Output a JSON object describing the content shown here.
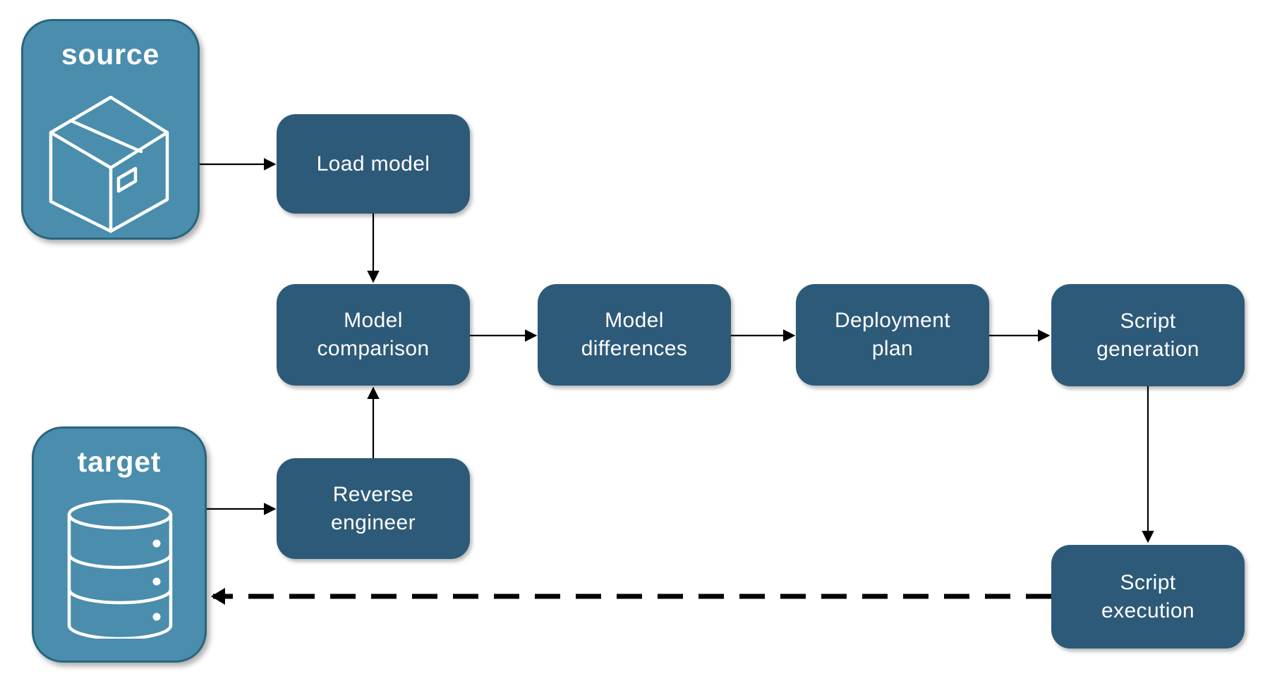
{
  "diagram": {
    "background_color": "#ffffff",
    "colors": {
      "node_fill": "#2d5a78",
      "node_text": "#ffffff",
      "endpoint_fill": "#4a8dad",
      "endpoint_border": "#29657f",
      "endpoint_text": "#ffffff",
      "arrow_color": "#000000"
    },
    "endpoints": [
      {
        "id": "source",
        "label": "source",
        "icon": "package-icon"
      },
      {
        "id": "target",
        "label": "target",
        "icon": "database-icon"
      }
    ],
    "nodes": [
      {
        "id": "load-model",
        "label": "Load model"
      },
      {
        "id": "model-comparison",
        "label": "Model\ncomparison"
      },
      {
        "id": "model-differences",
        "label": "Model\ndifferences"
      },
      {
        "id": "deployment-plan",
        "label": "Deployment\nplan"
      },
      {
        "id": "script-generation",
        "label": "Script\ngeneration"
      },
      {
        "id": "reverse-engineer",
        "label": "Reverse\nengineer"
      },
      {
        "id": "script-execution",
        "label": "Script\nexecution"
      }
    ],
    "edges": [
      {
        "from": "source",
        "to": "load-model",
        "style": "solid"
      },
      {
        "from": "load-model",
        "to": "model-comparison",
        "style": "solid"
      },
      {
        "from": "model-comparison",
        "to": "model-differences",
        "style": "solid"
      },
      {
        "from": "model-differences",
        "to": "deployment-plan",
        "style": "solid"
      },
      {
        "from": "deployment-plan",
        "to": "script-generation",
        "style": "solid"
      },
      {
        "from": "script-generation",
        "to": "script-execution",
        "style": "solid"
      },
      {
        "from": "target",
        "to": "reverse-engineer",
        "style": "solid"
      },
      {
        "from": "reverse-engineer",
        "to": "model-comparison",
        "style": "solid"
      },
      {
        "from": "script-execution",
        "to": "target",
        "style": "dashed"
      }
    ]
  }
}
